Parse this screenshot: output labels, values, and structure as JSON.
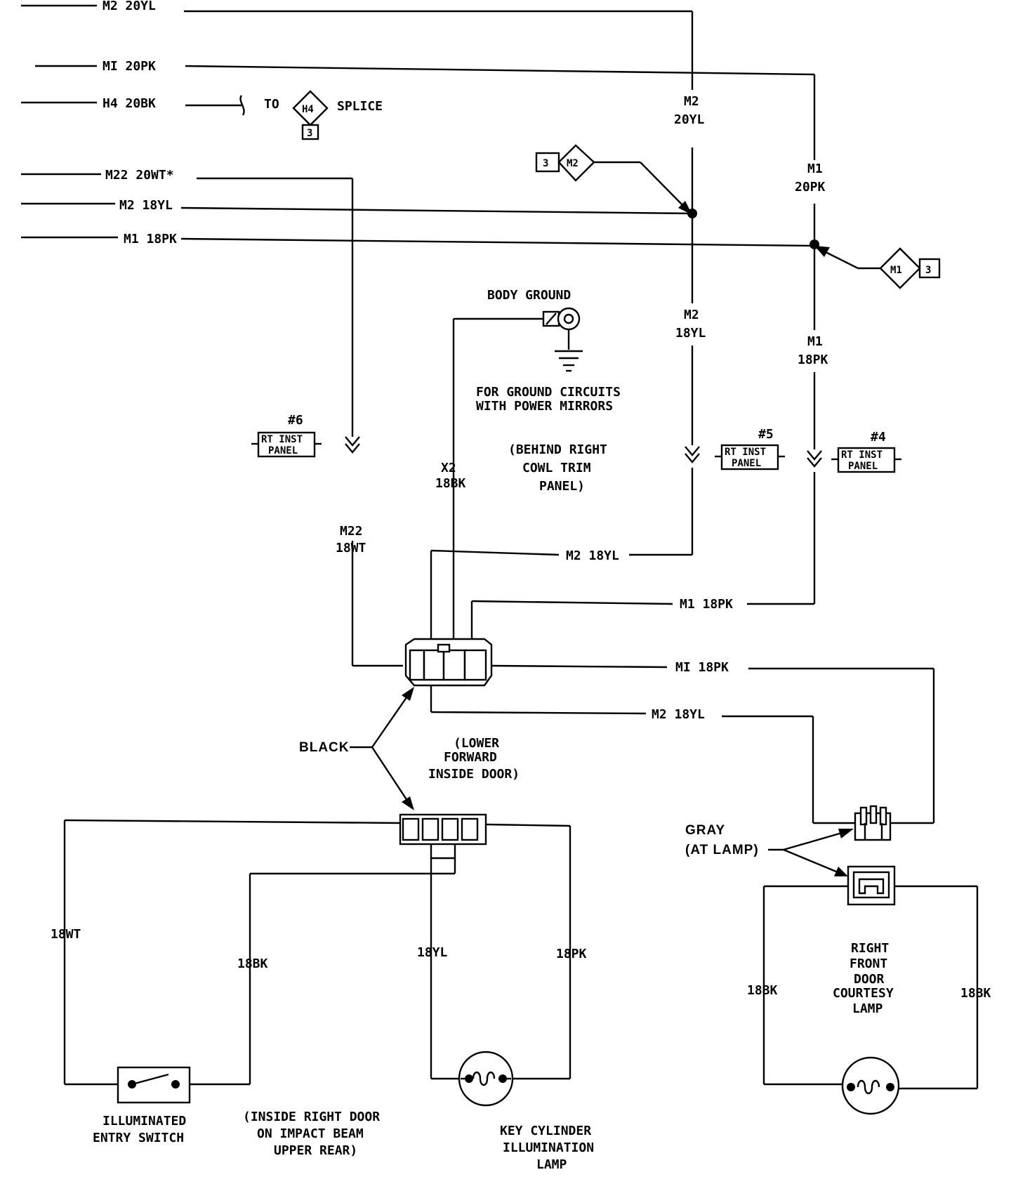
{
  "wire_labels": {
    "m2_20yl_top": "M2 20YL",
    "m1_20pk_top": "MI 20PK",
    "h4_20bk": "H4 20BK",
    "to": "TO",
    "splice": "SPLICE",
    "m22_20wt": "M22 20WT*",
    "m2_18yl_left": "M2 18YL",
    "m1_18pk_left": "M1 18PK",
    "m2_code_1": "M2",
    "m2_20yl_gauge": "20YL",
    "m1_code_1": "M1",
    "m1_20pk_gauge": "20PK",
    "m2_code_2": "M2",
    "m2_18yl_gauge": "18YL",
    "m1_code_2": "M1",
    "m1_18pk_gauge": "18PK",
    "x2": "X2",
    "x2_gauge": "18BK",
    "m22_code": "M22",
    "m22_gauge": "18WT",
    "m2_18yl_mid": "M2 18YL",
    "m1_18pk_mid": "M1 18PK",
    "m1_18pk_low": "MI 18PK",
    "m2_18yl_low": "M2 18YL",
    "w_18wt": "18WT",
    "w_18bk_switch": "18BK",
    "w_18yl_lamp": "18YL",
    "w_18pk_lamp": "18PK",
    "w_18bk_left": "18BK",
    "w_18bk_right": "18BK"
  },
  "splices": {
    "h4": {
      "code": "H4",
      "num": "3"
    },
    "m2": {
      "code": "M2",
      "num": "3"
    },
    "m1": {
      "code": "M1",
      "num": "3"
    }
  },
  "ground": {
    "title": "BODY GROUND",
    "note_line1": "FOR GROUND CIRCUITS",
    "note_line2": "WITH POWER MIRRORS",
    "loc_line1": "(BEHIND RIGHT",
    "loc_line2": "COWL TRIM",
    "loc_line3": "PANEL)"
  },
  "panel_refs": [
    {
      "num": "#6",
      "line1": "RT INST",
      "line2": "PANEL"
    },
    {
      "num": "#5",
      "line1": "RT INST",
      "line2": "PANEL"
    },
    {
      "num": "#4",
      "line1": "RT INST",
      "line2": "PANEL"
    }
  ],
  "connectors": {
    "black_label": "BLACK",
    "black_loc_line1": "(LOWER",
    "black_loc_line2": "FORWARD",
    "black_loc_line3": "INSIDE DOOR)",
    "gray_line1": "GRAY",
    "gray_line2": "(AT LAMP)"
  },
  "components": {
    "switch_line1": "ILLUMINATED",
    "switch_line2": "ENTRY SWITCH",
    "switch_loc_line1": "(INSIDE RIGHT DOOR",
    "switch_loc_line2": "ON IMPACT BEAM",
    "switch_loc_line3": "UPPER REAR)",
    "key_line1": "KEY CYLINDER",
    "key_line2": "ILLUMINATION",
    "key_line3": "LAMP",
    "courtesy_line1": "RIGHT",
    "courtesy_line2": "FRONT",
    "courtesy_line3": "DOOR",
    "courtesy_line4": "COURTESY",
    "courtesy_line5": "LAMP"
  }
}
